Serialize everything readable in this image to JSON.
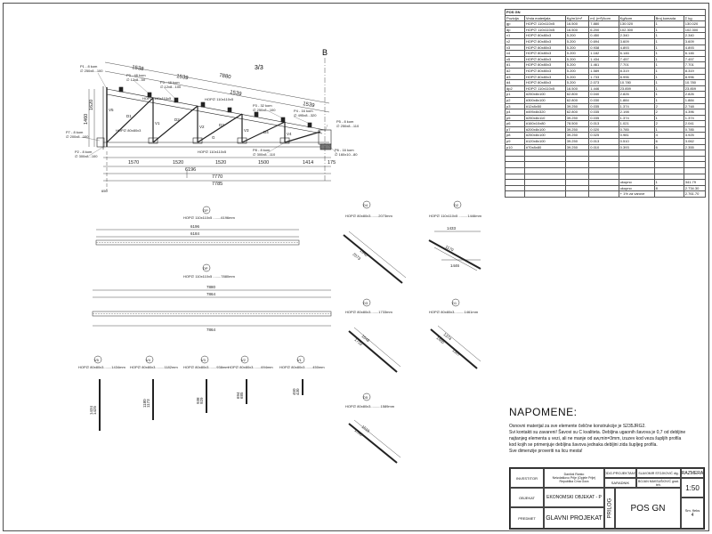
{
  "sheet_border": true,
  "truss": {
    "label_B": "B",
    "section_mark": "3/3",
    "dims_top": [
      "1538",
      "1539",
      "7880",
      "1539",
      "1539"
    ],
    "dims_bottom": [
      "1570",
      "1520",
      "1520",
      "1500",
      "1414",
      "6196",
      "7770",
      "7785",
      "175"
    ],
    "dims_height": [
      "1460",
      "1620",
      "650"
    ],
    "member_tags": [
      "V1",
      "V2",
      "V3",
      "V4",
      "V5",
      "D1",
      "D2",
      "D3",
      "D4",
      "G"
    ],
    "member_notes": [
      "HOP∅ 110x110x5",
      "HOP∅ 80x80x3",
      "HOP∅ 110x110x5",
      "HOP∅ 110x110x5"
    ],
    "plates": [
      {
        "tag": "P1 - 8 kom",
        "text": "∅ 250x8...100"
      },
      {
        "tag": "P2 - 8 kom",
        "text": "∅ 300x8...100"
      },
      {
        "tag": "P3 - 48 kom",
        "text": "∅ 12x8...50"
      },
      {
        "tag": "P3 - 48 kom",
        "text": "∅ 12x8...100"
      },
      {
        "tag": "P3 - 32 kom",
        "text": "∅ 250x8...100"
      },
      {
        "tag": "P4 - 16 kom",
        "text": "∅ 495x8...320"
      },
      {
        "tag": "P5 - 8 kom",
        "text": "∅ 250x8...110"
      },
      {
        "tag": "P6 - 16 kom",
        "text": "∅ 160x10...80"
      },
      {
        "tag": "P7 - 8 kom",
        "text": "∅ 200x8...100"
      },
      {
        "tag": "P8 - 8 kom",
        "text": "∅ 300x8...110"
      }
    ]
  },
  "details": [
    {
      "id": "GP",
      "caption": "HOP∅ 110x110x5 ........6196mm",
      "dims": [
        "6196",
        "6184"
      ]
    },
    {
      "id": "DP",
      "caption": "HOP∅ 110x110x5 ........7880mm",
      "dims": [
        "7880",
        "7864",
        "7864"
      ]
    },
    {
      "id": "D4",
      "caption": "HOP∅ 80x80x3........2073mm",
      "dims": [
        "2073",
        "1940"
      ]
    },
    {
      "id": "D2",
      "caption": "HOP∅ 110x110x5 .........1446mm",
      "dims": [
        "1433",
        "1170",
        "1446"
      ]
    },
    {
      "id": "D3",
      "caption": "HOP∅ 80x80x3........1733mm",
      "dims": [
        "1733",
        "1648"
      ]
    },
    {
      "id": "D1",
      "caption": "HOP∅ 80x80x3..........1461mm",
      "dims": [
        "1460",
        "1374",
        "1307"
      ]
    },
    {
      "id": "D5",
      "caption": "HOP∅ 80x80x3..........1589mm",
      "dims": [
        "1598",
        "1519"
      ]
    },
    {
      "id": "V5",
      "caption": "HOP∅ 80x80x3........1434mm",
      "dims": [
        "1434",
        "1425"
      ]
    },
    {
      "id": "V4",
      "caption": "HOP∅ 80x80x3.........1182mm",
      "dims": [
        "1180",
        "1173"
      ]
    },
    {
      "id": "V3",
      "caption": "HOP∅ 80x80x3........938mm",
      "dims": [
        "938",
        "929"
      ]
    },
    {
      "id": "V2",
      "caption": "HOP∅ 80x80x3........694mm",
      "dims": [
        "694",
        "685"
      ]
    },
    {
      "id": "V1",
      "caption": "HOP∅ 80x80x3........450mm",
      "dims": [
        "450",
        "430"
      ]
    }
  ],
  "bom": {
    "title": "POS GN",
    "headers": [
      "Pozicija",
      "Vrsta materijala",
      "Kg/m1/m²",
      "m1 (m²)/kom",
      "Kg/kom",
      "Broj komada",
      "Σ kg"
    ],
    "rows": [
      [
        "gp",
        "HOP∅ 110x110x5",
        "16.500",
        "7.880",
        "130.020",
        "1",
        "130.020"
      ],
      [
        "dp",
        "HOP∅ 110x110x5",
        "16.500",
        "6.200",
        "102.300",
        "1",
        "102.300"
      ],
      [
        "v1",
        "HOP∅ 80x80x3",
        "5.200",
        "0.450",
        "2.340",
        "1",
        "2.340"
      ],
      [
        "v2",
        "HOP∅ 80x80x3",
        "5.200",
        "0.694",
        "3.609",
        "1",
        "3.609"
      ],
      [
        "v3",
        "HOP∅ 80x80x3",
        "5.200",
        "0.938",
        "4.893",
        "1",
        "4.893"
      ],
      [
        "v4",
        "HOP∅ 80x80x3",
        "5.200",
        "1.182",
        "6.146",
        "1",
        "6.146"
      ],
      [
        "v5",
        "HOP∅ 80x80x3",
        "5.200",
        "1.434",
        "7.457",
        "1",
        "7.457"
      ],
      [
        "d1",
        "HOP∅ 80x80x3",
        "5.200",
        "1.461",
        "7.701",
        "1",
        "7.701"
      ],
      [
        "d2",
        "HOP∅ 80x80x3",
        "5.200",
        "1.589",
        "8.319",
        "1",
        "8.319"
      ],
      [
        "d3",
        "HOP∅ 80x80x3",
        "5.200",
        "1.733",
        "8.996",
        "1",
        "8.996"
      ],
      [
        "d4",
        "HOP∅ 80x80x3",
        "5.200",
        "2.073",
        "10.780",
        "1",
        "10.780"
      ],
      [
        "dp2",
        "HOP∅ 110x110x5",
        "16.500",
        "1.446",
        "23.859",
        "1",
        "23.859"
      ],
      [
        "p1",
        "#250x8x100",
        "62.800",
        "0.040",
        "2.826",
        "1",
        "2.826"
      ],
      [
        "p2",
        "#300x8x100",
        "62.800",
        "0.030",
        "1.884",
        "1",
        "1.884"
      ],
      [
        "p3",
        "#12x8x50",
        "39.250",
        "0.035",
        "1.374",
        "2",
        "2.748"
      ],
      [
        "p4",
        "#495x8x320",
        "62.800",
        "0.035",
        "2.198",
        "2",
        "4.396"
      ],
      [
        "p5",
        "#250x8x110",
        "39.250",
        "0.035",
        "1.374",
        "1",
        "1.374"
      ],
      [
        "p6",
        "#160x10x80",
        "78.500",
        "0.013",
        "1.021",
        "2",
        "2.041"
      ],
      [
        "p7",
        "#200x8x100",
        "39.250",
        "0.020",
        "0.785",
        "1",
        "0.785"
      ],
      [
        "p8",
        "#250x8x100",
        "39.250",
        "0.025",
        "0.981",
        "4",
        "3.925"
      ],
      [
        "p9",
        "#120x8x100",
        "39.250",
        "0.013",
        "0.510",
        "6",
        "3.062"
      ],
      [
        "p10",
        "#70x8x80",
        "39.250",
        "0.010",
        "0.393",
        "6",
        "2.355"
      ]
    ],
    "summary": [
      [
        "",
        "",
        "",
        "",
        "ukupno",
        "1",
        "341.79"
      ],
      [
        "",
        "",
        "",
        "",
        "ukupno",
        "8",
        "2.734.30"
      ],
      [
        "",
        "",
        "",
        "",
        "+ 1% za varove",
        "",
        "2.761.70"
      ]
    ]
  },
  "notes": {
    "heading": "NAPOMENE:",
    "lines": [
      "Osnovni materijal za sve elemente čelične konstrukcije je S235JRG2.",
      "Svi kontakti su zavareni! Šavovi su C kvaliteta. Debljina ugaonih šavova je 0,7 od debljine",
      "najtanjeg elementa u vezi, ali ne manje od aw,min=3mm, izuzev kod veza šupljih profila",
      "kod kojih se primenjuje debljina šavova jednaka debljini zida šupljeg profila.",
      "Sve dimenzije proveriti na licu mesta!"
    ]
  },
  "title_block": {
    "investitor_label": "INVESTITOR",
    "investitor_value": "Daniloš Ranko\nNeizdatšovo Prlje (Opjele Prlje)\nRepublika Crna Gora",
    "objekat_label": "OBJEKAT",
    "objekat_value": "EKONOMSKI OBJEKAT - P",
    "predmet_label": "PREDMET",
    "predmet_value": "GLAVNI PROJEKAT",
    "odg_label": "ODG.PROJEKTANT",
    "odg_value": "SLAVOMIR STOJKOVIĆ dig.",
    "saradnik_label": "SARADNIK",
    "saradnik_value": "BOJAN MAKSUŠIOVIĆ grad. teh.",
    "prilog_label": "PRILOG",
    "drawing_title": "POS GN",
    "razmera_label": "RAZMERA",
    "razmera_value": "1:50",
    "list_label": "Sm. fleks",
    "list_value": "4"
  }
}
